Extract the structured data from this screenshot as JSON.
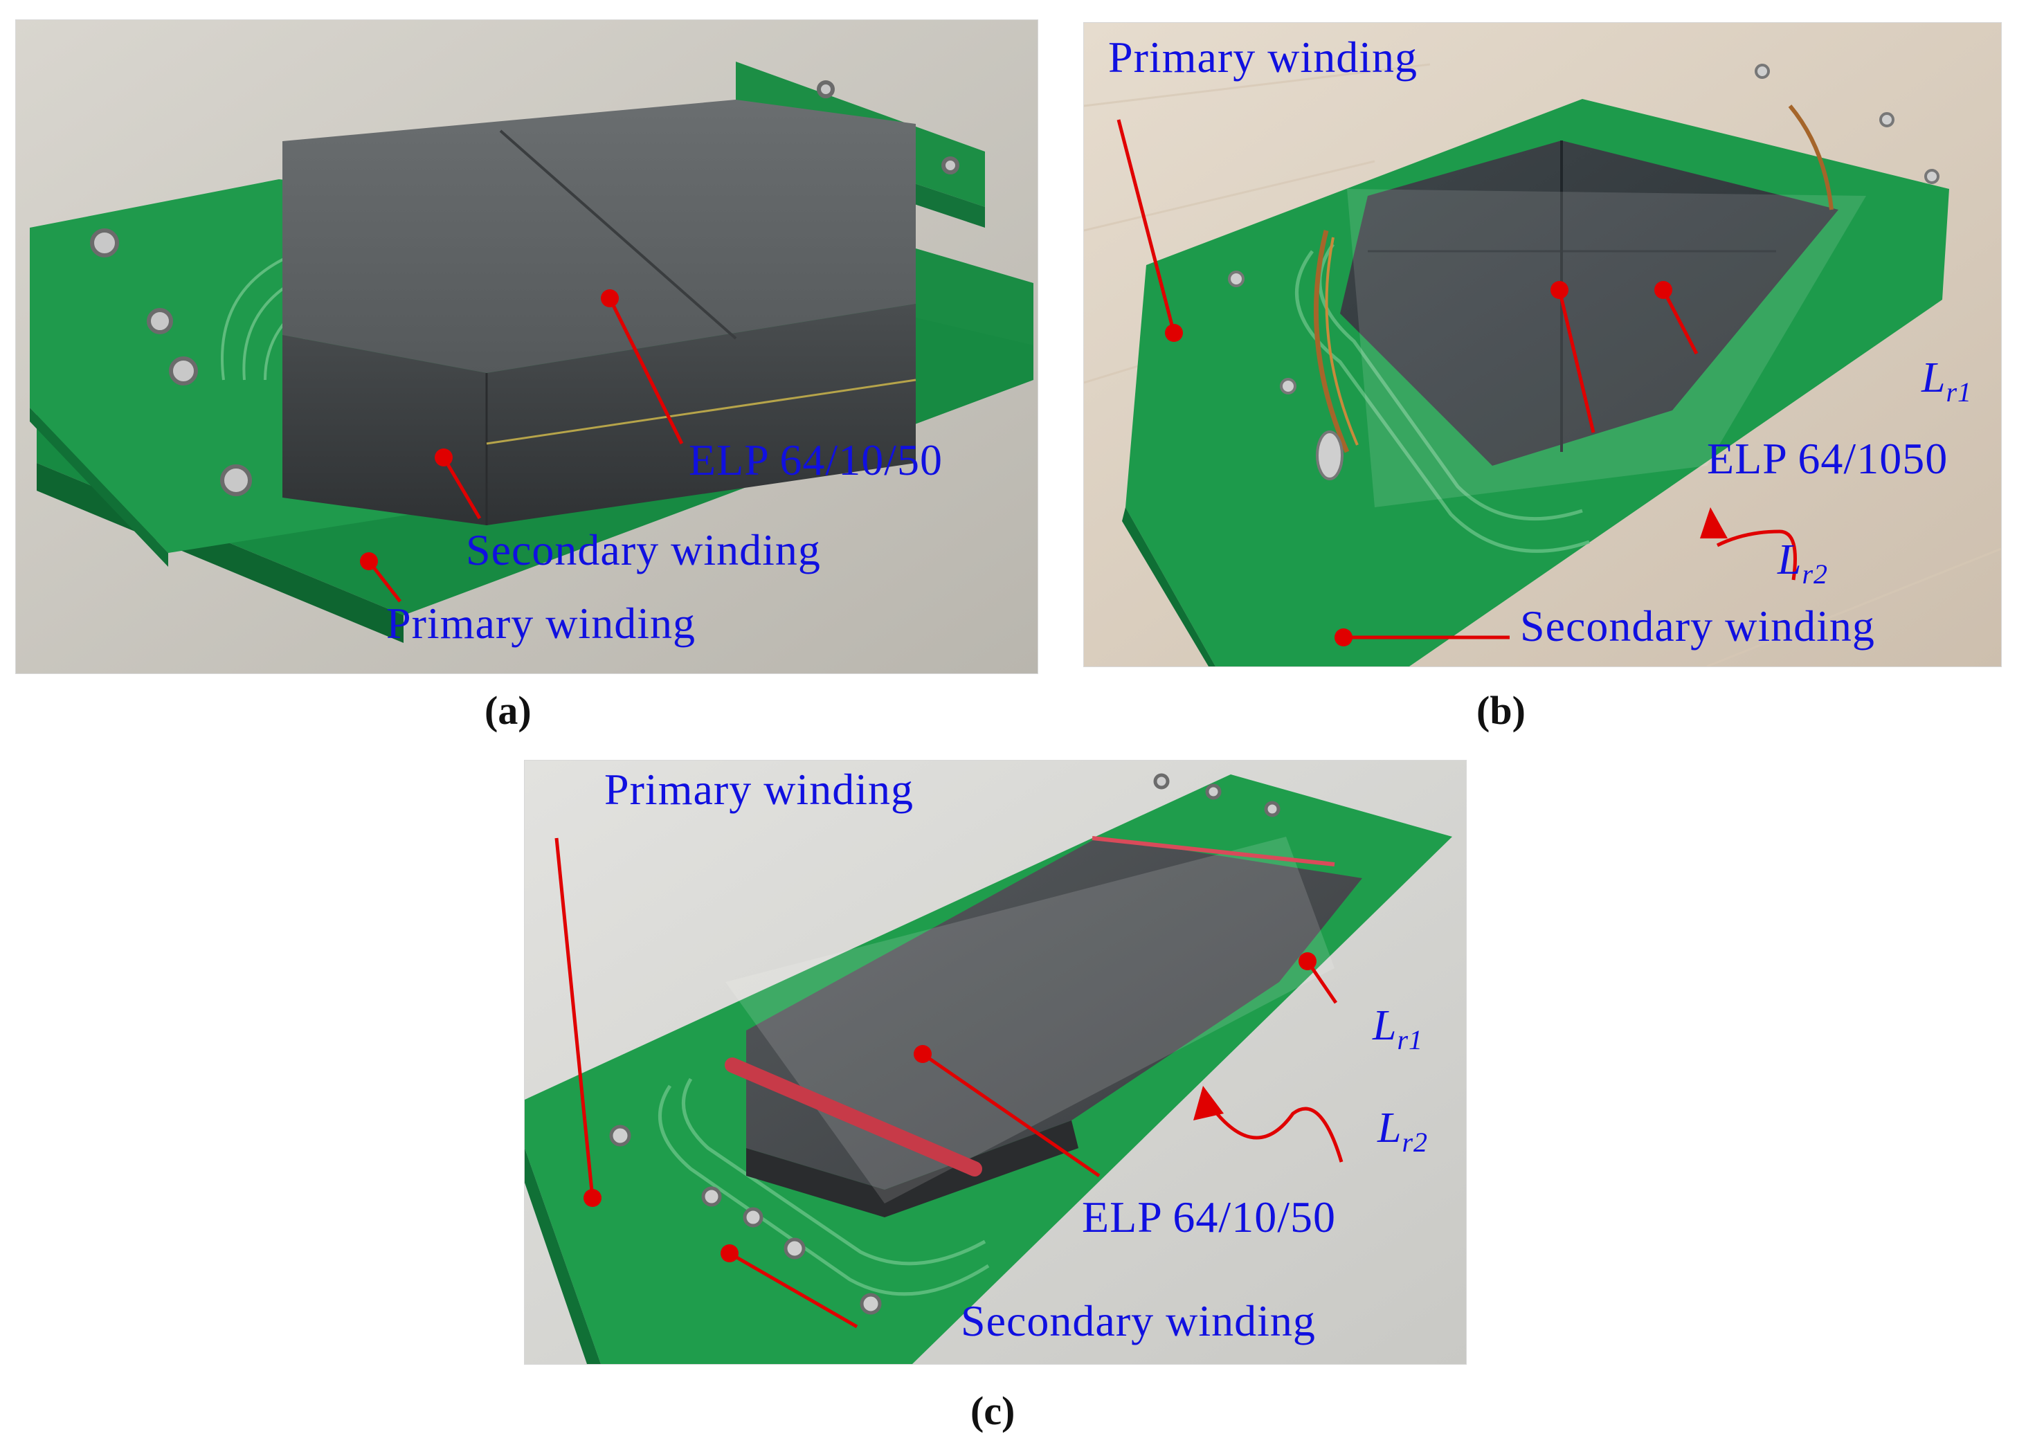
{
  "colors": {
    "label_text": "#1010e0",
    "pointer": "#e00000",
    "pcb_green": "#1e9a4a",
    "ferrite": "#4a4e52"
  },
  "panels": {
    "a": {
      "caption": "(a)",
      "labels": {
        "core": "ELP 64/10/50",
        "secondary": "Secondary winding",
        "primary": "Primary winding"
      }
    },
    "b": {
      "caption": "(b)",
      "labels": {
        "primary": "Primary winding",
        "lr1_main": "L",
        "lr1_sub": "r1",
        "core": "ELP 64/1050",
        "lr2_main": "L",
        "lr2_sub": "r2",
        "secondary": "Secondary winding"
      }
    },
    "c": {
      "caption": "(c)",
      "labels": {
        "primary": "Primary winding",
        "lr1_main": "L",
        "lr1_sub": "r1",
        "lr2_main": "L",
        "lr2_sub": "r2",
        "core": "ELP 64/10/50",
        "secondary": "Secondary winding"
      }
    }
  }
}
